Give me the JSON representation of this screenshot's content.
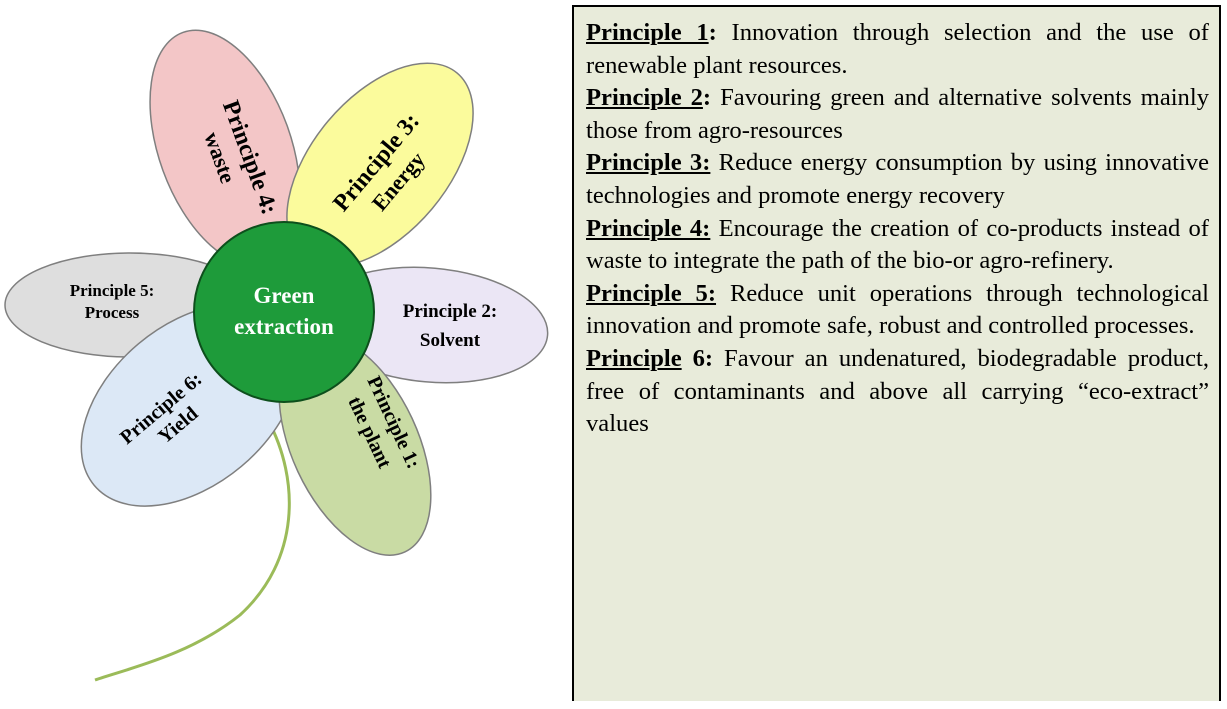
{
  "flower": {
    "center": {
      "line1": "Green",
      "line2": "extraction",
      "color": "#1e9b3a"
    },
    "petals": [
      {
        "id": "waste",
        "line1": "Principle 4:",
        "line2": "waste",
        "color": "#f3c6c7"
      },
      {
        "id": "energy",
        "line1": "Principle 3:",
        "line2": "Energy",
        "color": "#fbfb9c"
      },
      {
        "id": "process",
        "line1": "Principle 5:",
        "line2": "Process",
        "color": "#dedede"
      },
      {
        "id": "solvent",
        "line1": "Principle 2:",
        "line2": "Solvent",
        "color": "#ebe6f5"
      },
      {
        "id": "yield",
        "line1": "Principle 6:",
        "line2": "Yield",
        "color": "#dce8f6"
      },
      {
        "id": "plant",
        "line1": "Principle 1:",
        "line2": "the plant",
        "color": "#c9dba4"
      }
    ],
    "stem_color": "#9bbb59"
  },
  "principles": [
    {
      "label": "Principle 1",
      "colon": ":",
      "text": " Innovation through selection and the use of renewable plant resources."
    },
    {
      "label": "Principle 2",
      "colon": ":",
      "text": " Favouring green and alternative solvents mainly those from agro-resources"
    },
    {
      "label": "Principle 3:",
      "colon": "",
      "text": " Reduce energy consumption by using innovative technologies and promote energy recovery"
    },
    {
      "label": "Principle 4:",
      "colon": "",
      "text": " Encourage the creation of co-products instead of waste to integrate the path of the bio-or agro-refinery."
    },
    {
      "label": "Principle 5:",
      "colon": "",
      "text": " Reduce unit operations through technological innovation and promote safe, robust and controlled processes."
    },
    {
      "label": "Principle",
      "colon": " 6:",
      "text": " Favour an undenatured, biodegradable product, free of contaminants and above all carrying “eco-extract” values"
    }
  ],
  "box_color": "#e8ebda"
}
